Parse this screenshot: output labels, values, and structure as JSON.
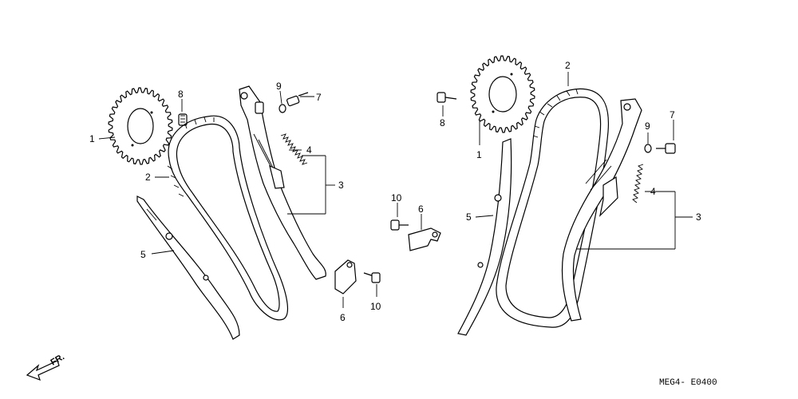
{
  "diagram_code": "MEG4- E0400",
  "direction_label": "FR.",
  "callouts": {
    "left": {
      "c1": "1",
      "c2": "2",
      "c3": "3",
      "c4": "4",
      "c5": "5",
      "c6": "6",
      "c7": "7",
      "c8": "8",
      "c9": "9",
      "c10": "10"
    },
    "middle": {
      "c6": "6",
      "c10": "10"
    },
    "right": {
      "c1": "1",
      "c2": "2",
      "c3": "3",
      "c4": "4",
      "c5": "5",
      "c7": "7",
      "c8": "8",
      "c9": "9"
    }
  },
  "icons": [
    "front-direction-arrow-icon"
  ]
}
